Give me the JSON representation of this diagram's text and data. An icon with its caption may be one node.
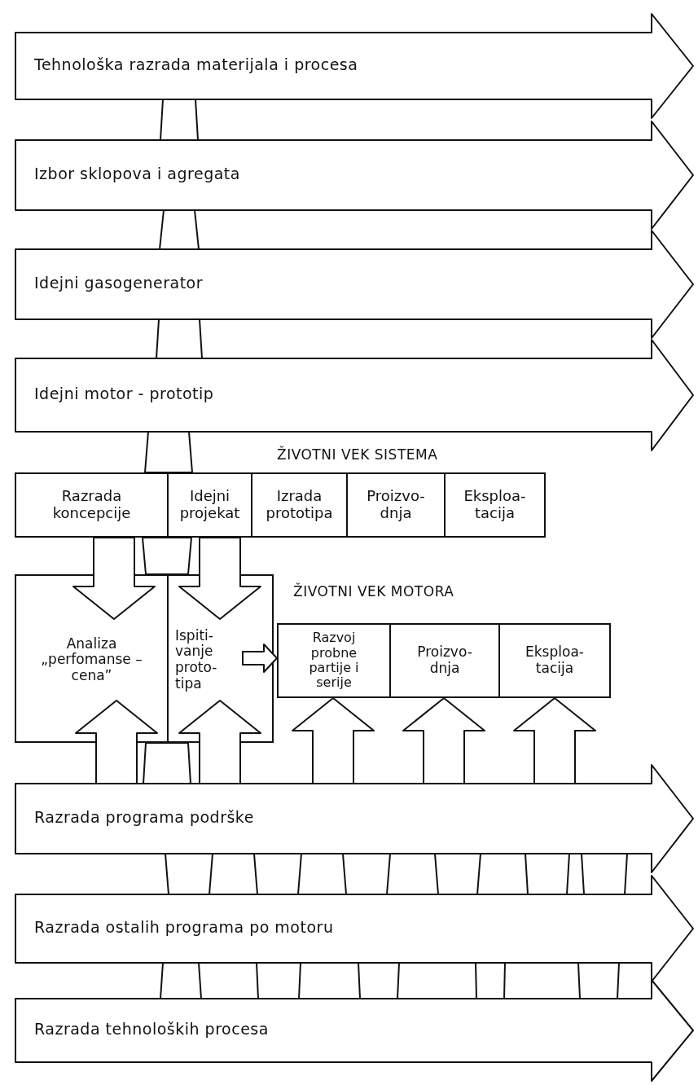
{
  "diagram": {
    "nodes": [
      {
        "text": [
          "Tehnološka razrada materijala i procesa"
        ]
      },
      {
        "text": [
          "Izbor sklopova i agregata"
        ]
      },
      {
        "text": [
          "Idejni gasogenerator"
        ]
      },
      {
        "text": [
          "Idejni motor - prototip"
        ]
      },
      {
        "text": [
          "Razrada koncepcije"
        ]
      },
      {
        "text": [
          "Idejni projekat"
        ]
      },
      {
        "text": [
          "Izrada prototipa"
        ]
      },
      {
        "text": [
          "Proizvo- dnja"
        ]
      },
      {
        "text": [
          "Eksploa- tacija"
        ]
      },
      {
        "text": [
          "Analiza „perfomanse – cena”"
        ]
      },
      {
        "text": [
          "Ispiti- vanje proto- tipa"
        ]
      },
      {
        "text": [
          "Razvoj probne partije i serije"
        ]
      },
      {
        "text": [
          "Proizvo- dnja"
        ]
      },
      {
        "text": [
          "Eksploa- tacija"
        ]
      },
      {
        "text": [
          "Razrada programa podrške"
        ]
      },
      {
        "text": [
          "Razrada ostalih programa po motoru"
        ]
      },
      {
        "text": [
          "Razrada tehnoloških procesa"
        ]
      }
    ],
    "edges": [
      {
        "from": 0,
        "to": 1,
        "arrow": "none"
      },
      {
        "from": 1,
        "to": 2,
        "arrow": "none"
      },
      {
        "from": 2,
        "to": 3,
        "arrow": "none"
      },
      {
        "from": 3,
        "to": 4,
        "arrow": "none"
      },
      {
        "from": 4,
        "to": 9,
        "arrow": "to"
      },
      {
        "from": 5,
        "to": 9,
        "arrow": "none"
      },
      {
        "from": 5,
        "to": 10,
        "arrow": "to"
      },
      {
        "from": 10,
        "to": 11,
        "arrow": "to"
      },
      {
        "from": 14,
        "to": 9,
        "arrow": "to"
      },
      {
        "from": 14,
        "to": 9,
        "arrow": "none"
      },
      {
        "from": 14,
        "to": 10,
        "arrow": "to"
      },
      {
        "from": 14,
        "to": 11,
        "arrow": "to"
      },
      {
        "from": 14,
        "to": 12,
        "arrow": "to"
      },
      {
        "from": 14,
        "to": 13,
        "arrow": "to"
      },
      {
        "from": 14,
        "to": 15,
        "arrow": "none"
      },
      {
        "from": 14,
        "to": 15,
        "arrow": "none"
      },
      {
        "from": 14,
        "to": 15,
        "arrow": "none"
      },
      {
        "from": 14,
        "to": 15,
        "arrow": "none"
      },
      {
        "from": 14,
        "to": 15,
        "arrow": "none"
      },
      {
        "from": 14,
        "to": 15,
        "arrow": "none"
      },
      {
        "from": 15,
        "to": 16,
        "arrow": "none"
      },
      {
        "from": 15,
        "to": 16,
        "arrow": "none"
      },
      {
        "from": 15,
        "to": 16,
        "arrow": "none"
      },
      {
        "from": 15,
        "to": 16,
        "arrow": "none"
      },
      {
        "from": 15,
        "to": 16,
        "arrow": "none"
      }
    ],
    "labels": [
      "ŽIVOTNI VEK SISTEMA",
      "ŽIVOTNI VEK MOTORA"
    ]
  }
}
